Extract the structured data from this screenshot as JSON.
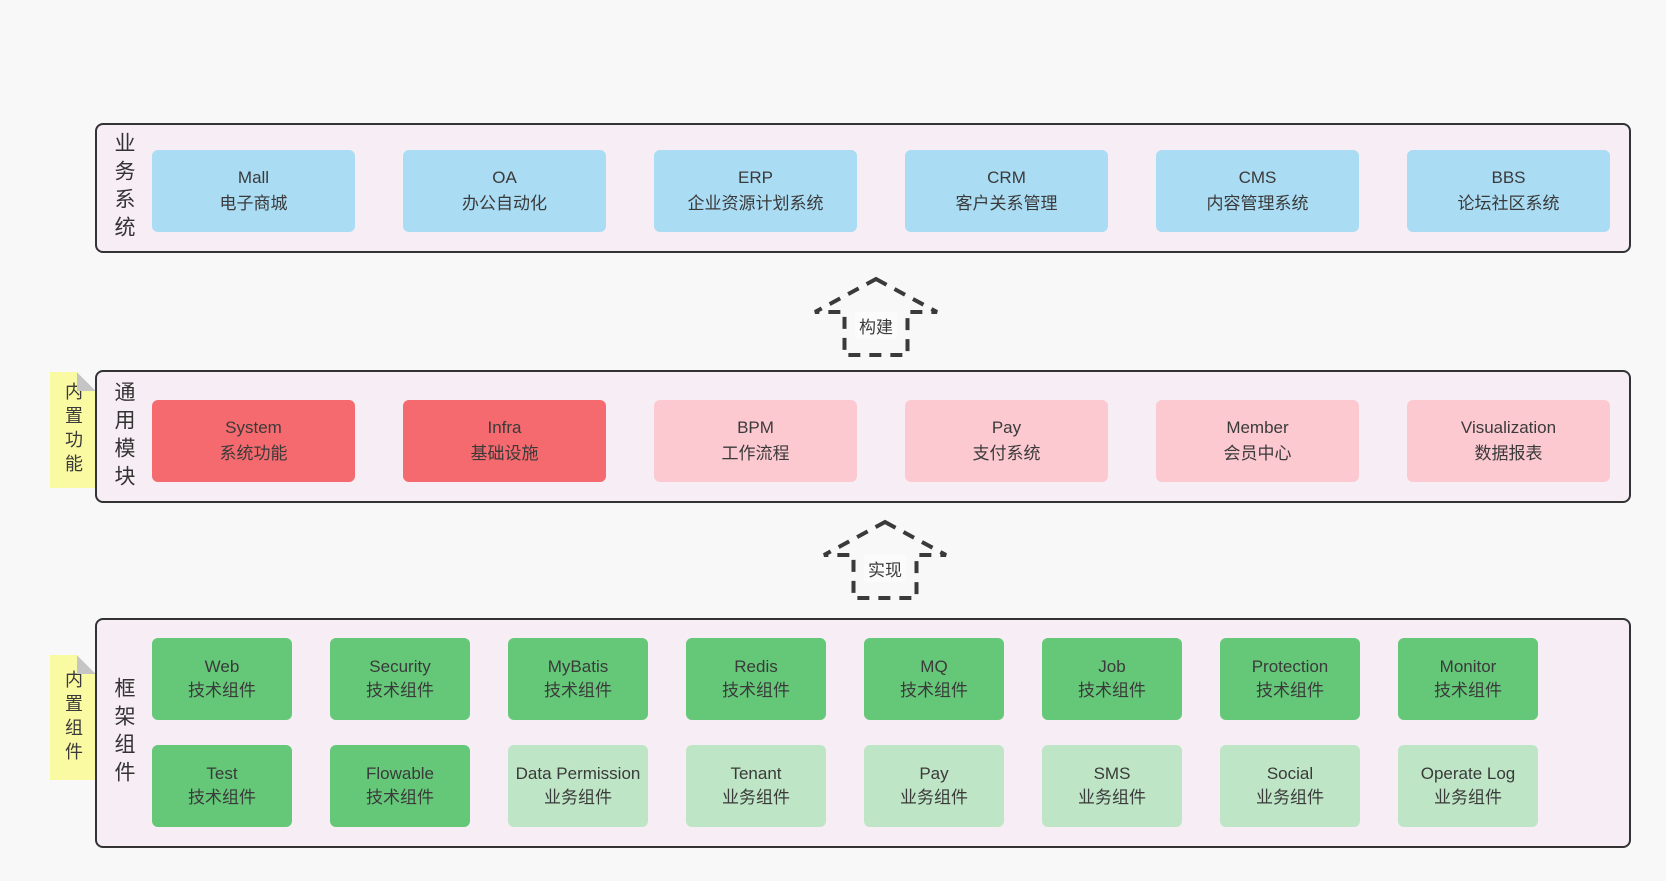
{
  "palette": {
    "page_bg": "#f8f8f8",
    "layer_bg": "#f7edf4",
    "layer_border": "#333333",
    "blue_box": "#aadcf4",
    "red_box": "#f56a6e",
    "pink_box": "#fcc9d1",
    "green_box": "#64c878",
    "green_light_box": "#bee5c5",
    "sticky_yellow": "#fafaa3",
    "text": "#3a3a3a"
  },
  "layers": [
    {
      "label": "业务系统",
      "boxes": [
        {
          "name": "Mall",
          "desc": "电子商城"
        },
        {
          "name": "OA",
          "desc": "办公自动化"
        },
        {
          "name": "ERP",
          "desc": "企业资源计划系统"
        },
        {
          "name": "CRM",
          "desc": "客户关系管理"
        },
        {
          "name": "CMS",
          "desc": "内容管理系统"
        },
        {
          "name": "BBS",
          "desc": "论坛社区系统"
        }
      ]
    },
    {
      "label": "通用模块",
      "sticky": "内置功能",
      "boxes": [
        {
          "name": "System",
          "desc": "系统功能"
        },
        {
          "name": "Infra",
          "desc": "基础设施"
        },
        {
          "name": "BPM",
          "desc": "工作流程"
        },
        {
          "name": "Pay",
          "desc": "支付系统"
        },
        {
          "name": "Member",
          "desc": "会员中心"
        },
        {
          "name": "Visualization",
          "desc": "数据报表"
        }
      ]
    },
    {
      "label": "框架组件",
      "sticky": "内置组件",
      "rows": [
        [
          {
            "name": "Web",
            "desc": "技术组件"
          },
          {
            "name": "Security",
            "desc": "技术组件"
          },
          {
            "name": "MyBatis",
            "desc": "技术组件"
          },
          {
            "name": "Redis",
            "desc": "技术组件"
          },
          {
            "name": "MQ",
            "desc": "技术组件"
          },
          {
            "name": "Job",
            "desc": "技术组件"
          },
          {
            "name": "Protection",
            "desc": "技术组件"
          },
          {
            "name": "Monitor",
            "desc": "技术组件"
          }
        ],
        [
          {
            "name": "Test",
            "desc": "技术组件"
          },
          {
            "name": "Flowable",
            "desc": "技术组件"
          },
          {
            "name": "Data Permission",
            "desc": "业务组件"
          },
          {
            "name": "Tenant",
            "desc": "业务组件"
          },
          {
            "name": "Pay",
            "desc": "业务组件"
          },
          {
            "name": "SMS",
            "desc": "业务组件"
          },
          {
            "name": "Social",
            "desc": "业务组件"
          },
          {
            "name": "Operate Log",
            "desc": "业务组件"
          }
        ]
      ]
    }
  ],
  "arrows": [
    {
      "label": "构建"
    },
    {
      "label": "实现"
    }
  ]
}
